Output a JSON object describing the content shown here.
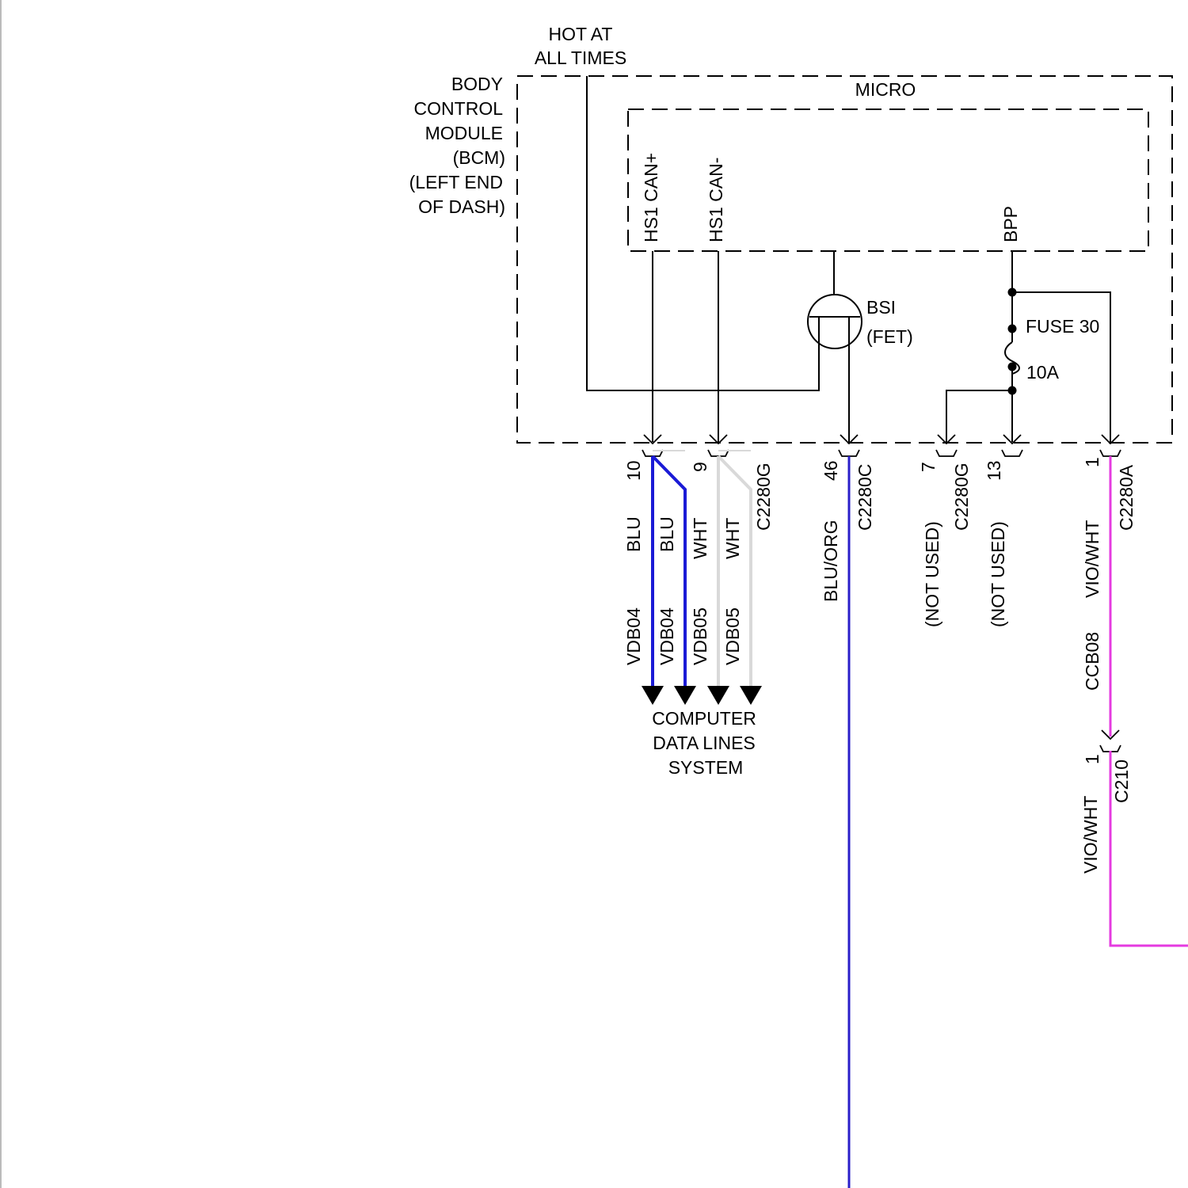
{
  "supply": {
    "line1": "HOT AT",
    "line2": "ALL TIMES"
  },
  "module": {
    "lines": [
      "BODY",
      "CONTROL",
      "MODULE",
      "(BCM)",
      "(LEFT END",
      "OF DASH)"
    ],
    "inner_label": "MICRO"
  },
  "micro_pins": {
    "can_plus": "HS1 CAN+",
    "can_minus": "HS1 CAN-",
    "bpp": "BPP"
  },
  "fet": {
    "name": "BSI",
    "type": "(FET)"
  },
  "fuse": {
    "name": "FUSE 30",
    "rating": "10A"
  },
  "pins": {
    "p10": "10",
    "p9": "9",
    "p46": "46",
    "p7": "7",
    "p13": "13",
    "p1": "1",
    "p1b": "1"
  },
  "connectors": {
    "c2280g": "C2280G",
    "c2280c": "C2280C",
    "c2280g_b": "C2280G",
    "c2280a": "C2280A",
    "c210": "C210"
  },
  "wires": {
    "blu_1": {
      "color": "BLU",
      "circuit": "VDB04"
    },
    "blu_2": {
      "color": "BLU",
      "circuit": "VDB04"
    },
    "wht_1": {
      "color": "WHT",
      "circuit": "VDB05"
    },
    "wht_2": {
      "color": "WHT",
      "circuit": "VDB05"
    },
    "blu_org": {
      "color": "BLU/ORG"
    },
    "not_used_7": "(NOT USED)",
    "not_used_13": "(NOT USED)",
    "vio_wht_1": {
      "color": "VIO/WHT",
      "circuit": "CCB08"
    },
    "vio_wht_2": {
      "color": "VIO/WHT"
    }
  },
  "destination": {
    "line1": "COMPUTER",
    "line2": "DATA LINES",
    "line3": "SYSTEM"
  },
  "colors": {
    "blu": "#1a1ad6",
    "wht": "#d9d9d9",
    "blu_org": "#2a1fc9",
    "vio_wht": "#e53be0",
    "line": "#000000"
  }
}
